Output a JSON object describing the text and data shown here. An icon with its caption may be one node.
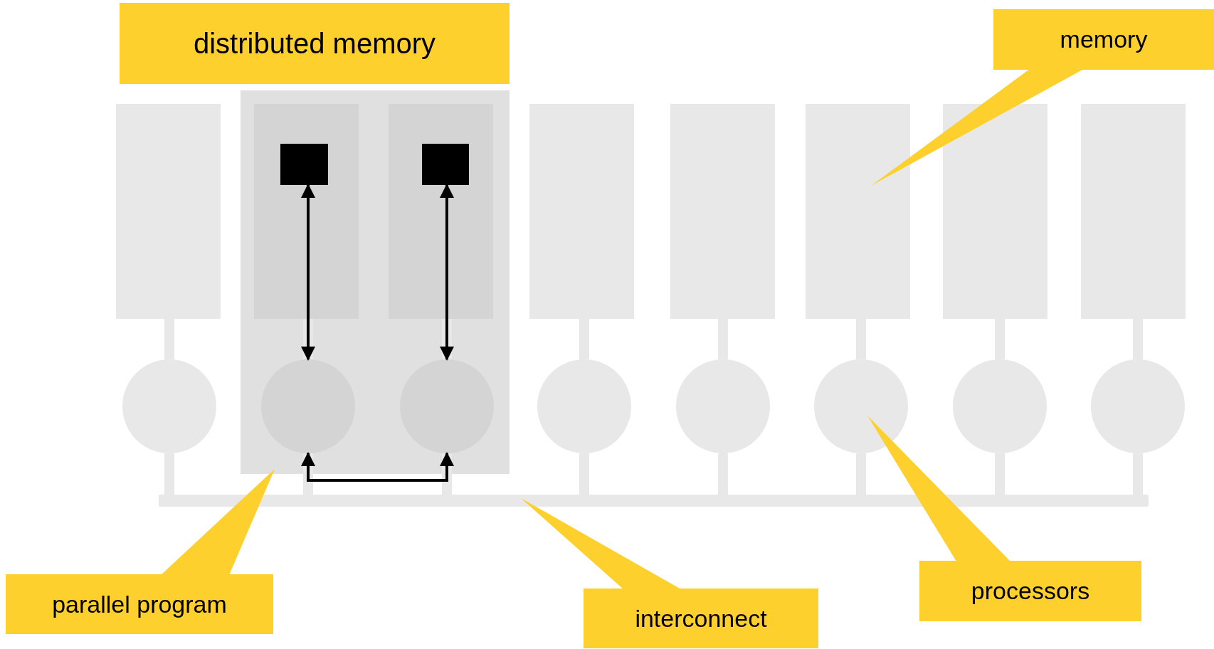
{
  "diagram": {
    "nodes": [
      {
        "text": [
          "distributed memory"
        ]
      },
      {
        "text": [
          "memory"
        ]
      },
      {
        "text": [],
        "shape": "box"
      },
      {
        "text": [],
        "shape": "box"
      },
      {
        "text": [],
        "shape": "box",
        "in": 3
      },
      {
        "text": [],
        "shape": "box",
        "in": 4
      },
      {
        "text": [],
        "shape": "box",
        "in": 3
      },
      {
        "text": [],
        "shape": "box",
        "in": 6
      },
      {
        "text": [],
        "shape": "box"
      },
      {
        "text": [],
        "shape": "box"
      },
      {
        "text": [],
        "shape": "box"
      },
      {
        "text": [],
        "shape": "box"
      },
      {
        "text": [],
        "shape": "box"
      },
      {
        "text": [],
        "shape": "circle"
      },
      {
        "text": [],
        "shape": "circle",
        "in": 3
      },
      {
        "text": [],
        "shape": "circle",
        "in": 3
      },
      {
        "text": [],
        "shape": "circle"
      },
      {
        "text": [],
        "shape": "circle"
      },
      {
        "text": [],
        "shape": "circle"
      },
      {
        "text": [],
        "shape": "circle"
      },
      {
        "text": [],
        "shape": "circle"
      },
      {
        "text": [],
        "shape": "bar"
      },
      {
        "text": [
          "parallel program"
        ]
      },
      {
        "text": [
          "interconnect"
        ]
      },
      {
        "text": [
          "processors"
        ]
      }
    ],
    "edges": [
      {
        "from": 2,
        "to": 13,
        "arrow": "none"
      },
      {
        "from": 4,
        "to": 14,
        "arrow": "none"
      },
      {
        "from": 6,
        "to": 15,
        "arrow": "none"
      },
      {
        "from": 8,
        "to": 16,
        "arrow": "none"
      },
      {
        "from": 9,
        "to": 17,
        "arrow": "none"
      },
      {
        "from": 10,
        "to": 18,
        "arrow": "none"
      },
      {
        "from": 11,
        "to": 19,
        "arrow": "none"
      },
      {
        "from": 12,
        "to": 20,
        "arrow": "none"
      },
      {
        "from": 13,
        "to": 21,
        "arrow": "none"
      },
      {
        "from": 14,
        "to": 21,
        "arrow": "none"
      },
      {
        "from": 15,
        "to": 21,
        "arrow": "none"
      },
      {
        "from": 16,
        "to": 21,
        "arrow": "none"
      },
      {
        "from": 17,
        "to": 21,
        "arrow": "none"
      },
      {
        "from": 18,
        "to": 21,
        "arrow": "none"
      },
      {
        "from": 19,
        "to": 21,
        "arrow": "none"
      },
      {
        "from": 20,
        "to": 21,
        "arrow": "none"
      },
      {
        "from": 5,
        "to": 14,
        "arrow": "both",
        "color": "#000000"
      },
      {
        "from": 7,
        "to": 15,
        "arrow": "both",
        "color": "#000000"
      },
      {
        "from": 14,
        "to": 15,
        "arrow": "both",
        "color": "#000000"
      },
      {
        "from": 1,
        "to": 10,
        "arrow": "none",
        "color": "#fdd02d"
      },
      {
        "from": 22,
        "to": 3,
        "arrow": "none",
        "color": "#fdd02d"
      },
      {
        "from": 23,
        "to": 21,
        "arrow": "none",
        "color": "#fdd02d"
      },
      {
        "from": 24,
        "to": 18,
        "arrow": "none",
        "color": "#fdd02d"
      }
    ]
  }
}
